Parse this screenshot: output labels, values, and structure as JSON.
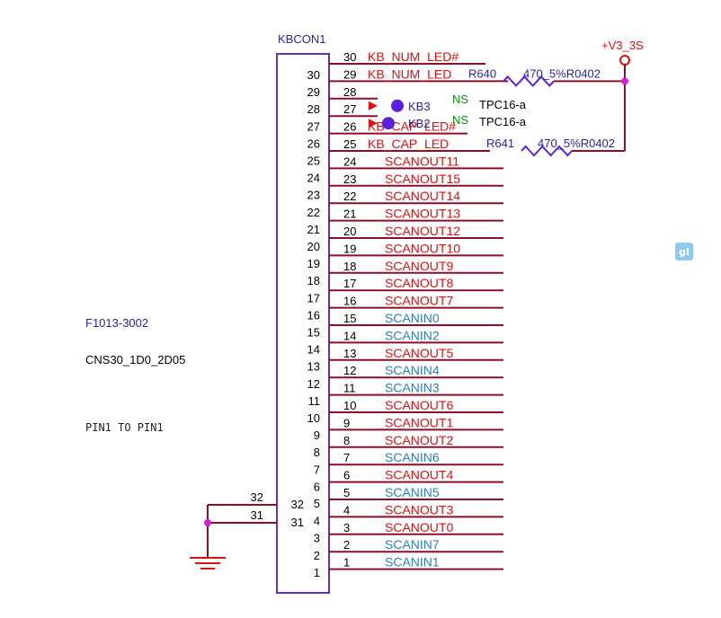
{
  "component": {
    "refdes": "KBCON1",
    "part_number": "F1013-3002",
    "footprint": "CNS30_1D0_2D05",
    "note": "PIN1 TO PIN1",
    "body_pins_left_col": [
      "30",
      "29",
      "28",
      "27",
      "26",
      "25",
      "24",
      "23",
      "22",
      "21",
      "20",
      "19",
      "18",
      "17",
      "16",
      "15",
      "14",
      "13",
      "12",
      "11",
      "10",
      "9",
      "8",
      "7",
      "6"
    ],
    "body_pins_right_col": [
      "5",
      "4",
      "3",
      "2",
      "1"
    ],
    "mount_pins": [
      {
        "outer": "32",
        "inner": "32"
      },
      {
        "outer": "31",
        "inner": "31"
      }
    ]
  },
  "power": {
    "rail": "+V3_3S"
  },
  "resistors": [
    {
      "name": "R640",
      "value": "470_5%R0402"
    },
    {
      "name": "R641",
      "value": "470_5%R0402"
    }
  ],
  "test_points": [
    {
      "name": "KB3",
      "ns": "NS",
      "type": "TPC16-a"
    },
    {
      "name": "KB2",
      "ns": "NS",
      "type": "TPC16-a"
    }
  ],
  "nets": [
    {
      "pin": "30",
      "label": "KB_NUM_LED#",
      "color": "red"
    },
    {
      "pin": "29",
      "label": "KB_NUM_LED",
      "color": "red"
    },
    {
      "pin": "28",
      "label": "",
      "color": "red"
    },
    {
      "pin": "27",
      "label": "",
      "color": "red"
    },
    {
      "pin": "26",
      "label": "KB_CAP_LED#",
      "color": "red"
    },
    {
      "pin": "25",
      "label": "KB_CAP_LED",
      "color": "red"
    },
    {
      "pin": "24",
      "label": "SCANOUT11",
      "color": "red"
    },
    {
      "pin": "23",
      "label": "SCANOUT15",
      "color": "red"
    },
    {
      "pin": "22",
      "label": "SCANOUT14",
      "color": "red"
    },
    {
      "pin": "21",
      "label": "SCANOUT13",
      "color": "red"
    },
    {
      "pin": "20",
      "label": "SCANOUT12",
      "color": "red"
    },
    {
      "pin": "19",
      "label": "SCANOUT10",
      "color": "red"
    },
    {
      "pin": "18",
      "label": "SCANOUT9",
      "color": "red"
    },
    {
      "pin": "17",
      "label": "SCANOUT8",
      "color": "red"
    },
    {
      "pin": "16",
      "label": "SCANOUT7",
      "color": "red"
    },
    {
      "pin": "15",
      "label": "SCANIN0",
      "color": "blue"
    },
    {
      "pin": "14",
      "label": "SCANIN2",
      "color": "blue"
    },
    {
      "pin": "13",
      "label": "SCANOUT5",
      "color": "red"
    },
    {
      "pin": "12",
      "label": "SCANIN4",
      "color": "blue"
    },
    {
      "pin": "11",
      "label": "SCANIN3",
      "color": "blue"
    },
    {
      "pin": "10",
      "label": "SCANOUT6",
      "color": "red"
    },
    {
      "pin": "9",
      "label": "SCANOUT1",
      "color": "red"
    },
    {
      "pin": "8",
      "label": "SCANOUT2",
      "color": "red"
    },
    {
      "pin": "7",
      "label": "SCANIN6",
      "color": "blue"
    },
    {
      "pin": "6",
      "label": "SCANOUT4",
      "color": "red"
    },
    {
      "pin": "5",
      "label": "SCANIN5",
      "color": "blue"
    },
    {
      "pin": "4",
      "label": "SCANOUT3",
      "color": "red"
    },
    {
      "pin": "3",
      "label": "SCANOUT0",
      "color": "red"
    },
    {
      "pin": "2",
      "label": "SCANIN7",
      "color": "blue"
    },
    {
      "pin": "1",
      "label": "SCANIN1",
      "color": "blue"
    }
  ],
  "badge": {
    "icon": "chat-bubble-icon",
    "text": "gI"
  },
  "colors": {
    "wire": "#8a0f2a",
    "body": "#6a2fb5",
    "pin_text": "#000000",
    "refdes": "#2a1fa6",
    "net_red": "#e01010",
    "net_blue": "#2a7fbf",
    "ns_green": "#108a10",
    "junction": "#d020d0",
    "power": "#e01010",
    "ground": "#e01010",
    "tp_dot": "#5a20e0"
  }
}
